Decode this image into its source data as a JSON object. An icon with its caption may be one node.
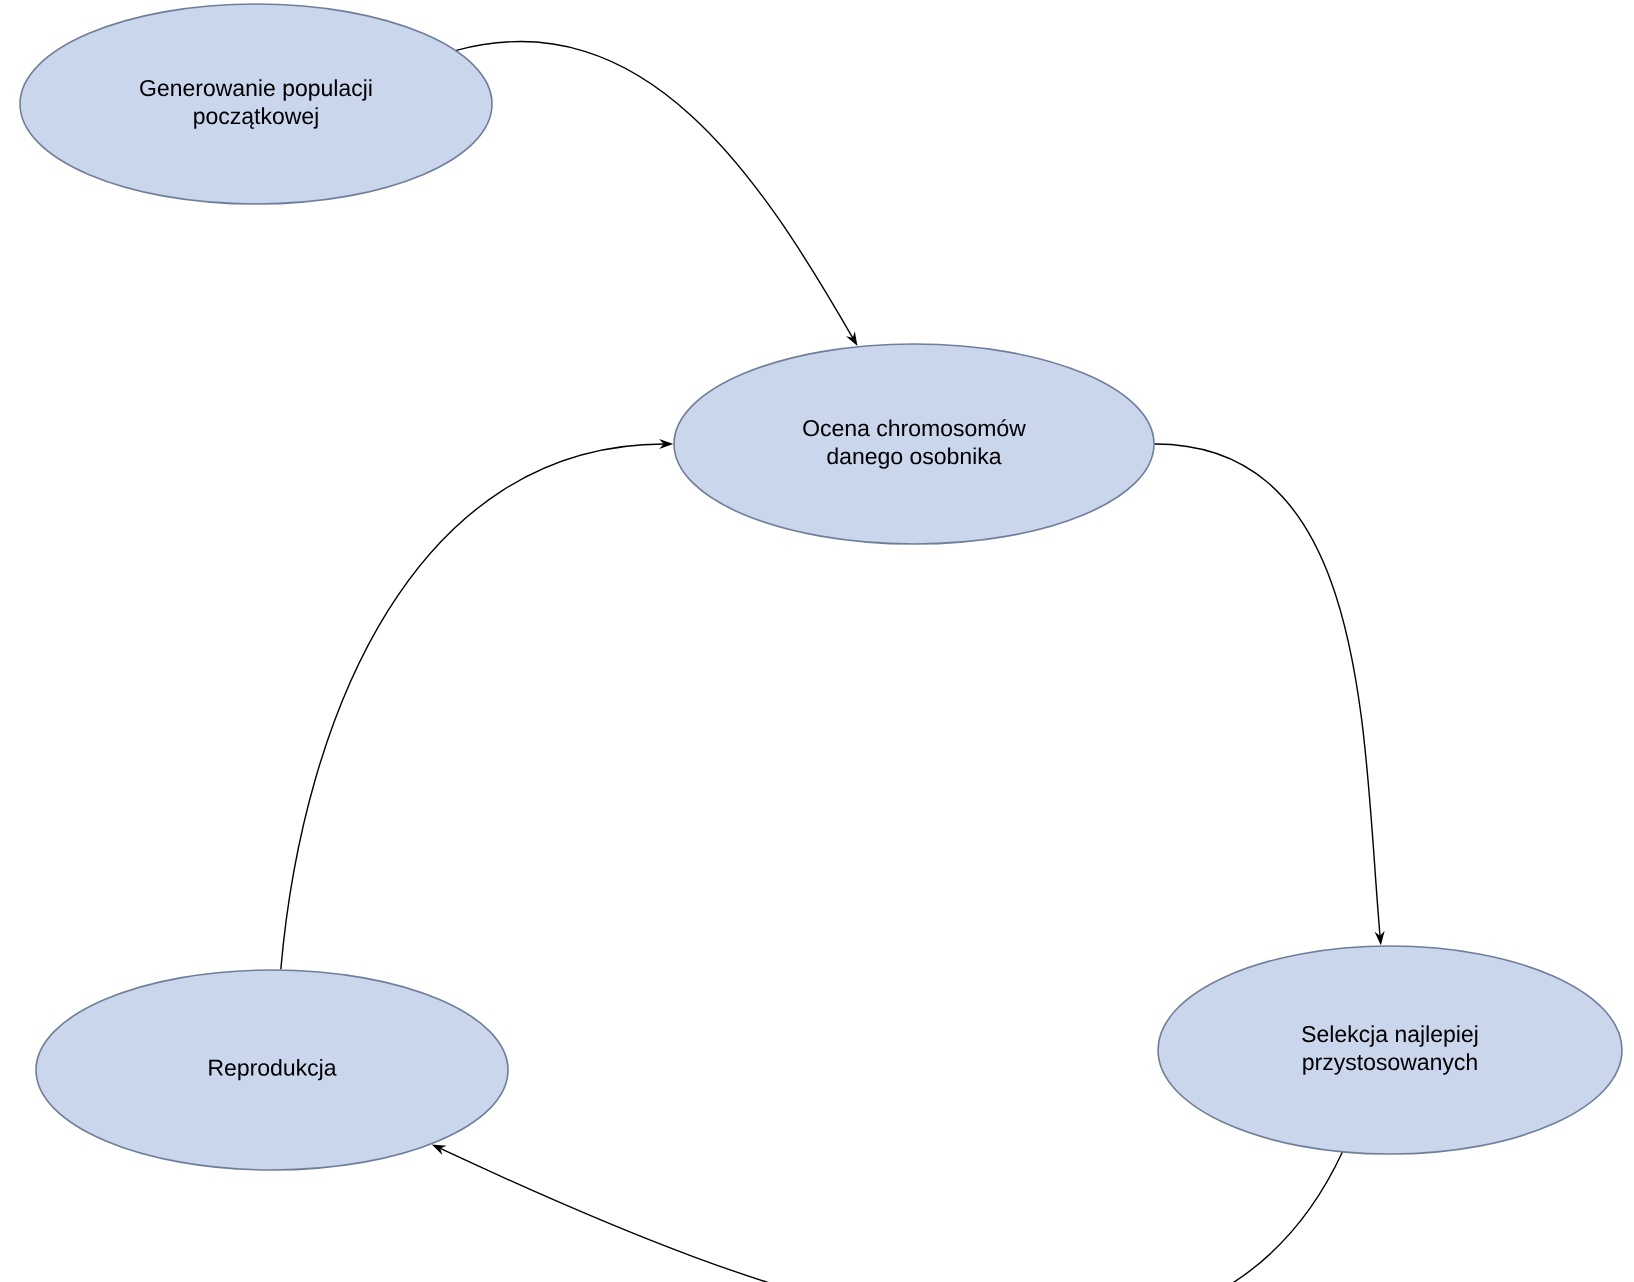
{
  "diagram": {
    "nodes": [
      {
        "text": [
          "Generowanie populacji początkowej"
        ]
      },
      {
        "text": [
          "Ocena chromosomów danego osobnika"
        ]
      },
      {
        "text": [
          "Selekcja najlepiej przystosowanych"
        ]
      },
      {
        "text": [
          "Reprodukcja"
        ]
      }
    ],
    "edges": [
      {
        "from": 0,
        "to": 1,
        "arrow": "to"
      },
      {
        "from": 1,
        "to": 2,
        "arrow": "to"
      },
      {
        "from": 2,
        "to": 3,
        "arrow": "to"
      },
      {
        "from": 3,
        "to": 1,
        "arrow": "to"
      }
    ]
  }
}
